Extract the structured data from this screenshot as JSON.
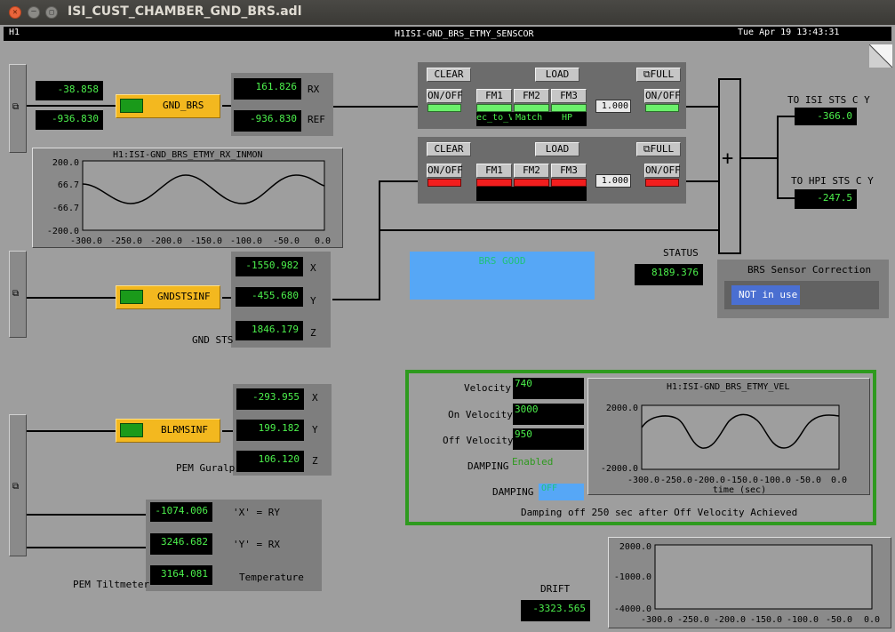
{
  "window": {
    "title": "ISI_CUST_CHAMBER_GND_BRS.adl"
  },
  "header": {
    "site": "H1",
    "channel": "H1ISI-GND_BRS_ETMY_SENSCOR",
    "datetime": "Tue Apr 19 13:43:31"
  },
  "gnd_brs": {
    "label": "GND_BRS",
    "value_top": "-38.858",
    "value_bottom": "-936.830",
    "rx_value": "161.826",
    "rx_label": "RX",
    "ref_value": "-936.830",
    "ref_label": "REF"
  },
  "rx_plot": {
    "title": "H1:ISI-GND_BRS_ETMY_RX_INMON",
    "yticks": [
      "200.0",
      "66.7",
      "-66.7",
      "-200.0"
    ],
    "xticks": [
      "-300.0",
      "-250.0",
      "-200.0",
      "-150.0",
      "-100.0",
      "-50.0",
      "0.0"
    ]
  },
  "filter1": {
    "clear": "CLEAR",
    "load": "LOAD",
    "full": "⧉FULL",
    "onoff_in": "ON/OFF",
    "onoff_out": "ON/OFF",
    "fm": [
      "FM1",
      "FM2",
      "FM3"
    ],
    "fm_names": [
      "ec_to_Ve",
      "Match",
      "HP"
    ],
    "gain": "1.000",
    "state": "on"
  },
  "filter2": {
    "clear": "CLEAR",
    "load": "LOAD",
    "full": "⧉FULL",
    "onoff_in": "ON/OFF",
    "onoff_out": "ON/OFF",
    "fm": [
      "FM1",
      "FM2",
      "FM3"
    ],
    "fm_names": [
      "",
      "",
      ""
    ],
    "gain": "1.000",
    "state": "off"
  },
  "outputs": {
    "sts_label": "TO ISI STS C Y",
    "sts_value": "-366.0",
    "hpi_label": "TO HPI STS C Y",
    "hpi_value": "-247.5"
  },
  "gndsts": {
    "label": "GNDSTSINF",
    "x": "-1550.982",
    "y": "-455.680",
    "z": "1846.179",
    "x_label": "X",
    "y_label": "Y",
    "z_label": "Z",
    "caption": "GND STS"
  },
  "brs_good": {
    "text": "BRS GOOD"
  },
  "status": {
    "label": "STATUS",
    "value": "8189.376"
  },
  "correction": {
    "title": "BRS Sensor Correction",
    "value": "NOT in use"
  },
  "blrms": {
    "label": "BLRMSINF",
    "x": "-293.955",
    "y": "199.182",
    "z": "106.120",
    "x_label": "X",
    "y_label": "Y",
    "z_label": "Z",
    "caption": "PEM Guralp"
  },
  "tilt": {
    "caption": "PEM Tiltmeter",
    "v1": "-1074.006",
    "l1": "'X' = RY",
    "v2": "3246.682",
    "l2": "'Y' = RX",
    "v3": "3164.081",
    "l3": "Temperature"
  },
  "damping": {
    "velocity_label": "Velocity",
    "velocity": "740",
    "on_label": "On Velocity",
    "on": "3000",
    "off_label": "Off Velocity",
    "off": "950",
    "damping_label": "DAMPING",
    "damping_state": "Enabled",
    "damping2_label": "DAMPING",
    "damping2_state": "OFF",
    "note": "Damping off 250 sec after Off Velocity Achieved"
  },
  "vel_plot": {
    "title": "H1:ISI-GND_BRS_ETMY_VEL",
    "yticks": [
      "2000.0",
      "-2000.0"
    ],
    "xticks": [
      "-300.0",
      "-250.0",
      "-200.0",
      "-150.0",
      "-100.0",
      "-50.0",
      "0.0"
    ],
    "xlabel": "time (sec)"
  },
  "drift": {
    "label": "DRIFT",
    "value": "-3323.565"
  },
  "drift_plot": {
    "yticks": [
      "2000.0",
      "-1000.0",
      "-4000.0"
    ],
    "xticks": [
      "-300.0",
      "-250.0",
      "-200.0",
      "-150.0",
      "-100.0",
      "-50.0",
      "0.0"
    ]
  },
  "colors": {
    "readback": "#4cf04c",
    "led_on": "#6bf06b",
    "led_off": "#f21e1e",
    "brs_good": "#56a7f6",
    "damping_frame": "#2e9a1e",
    "correction_box": "#4a6fd1"
  }
}
